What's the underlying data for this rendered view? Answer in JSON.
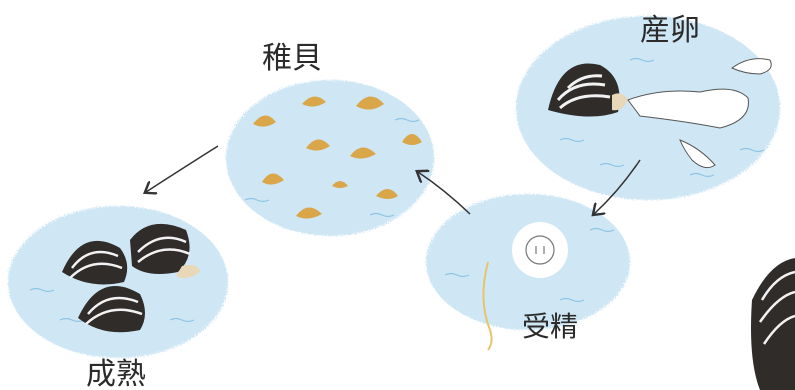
{
  "stages": [
    {
      "id": "spawning",
      "label": "産卵"
    },
    {
      "id": "fertilization",
      "label": "受精"
    },
    {
      "id": "juvenile",
      "label": "稚貝"
    },
    {
      "id": "mature",
      "label": "成熟"
    }
  ],
  "colors": {
    "water": "#cfe7f4",
    "water_edge": "#b9daee",
    "wave": "#8fc4e4",
    "shell_dark": "#2f2c2a",
    "shell_stripe": "#f2f2f2",
    "juvenile": "#d9a64a",
    "egg": "#ffffff",
    "arrow": "#333333"
  }
}
